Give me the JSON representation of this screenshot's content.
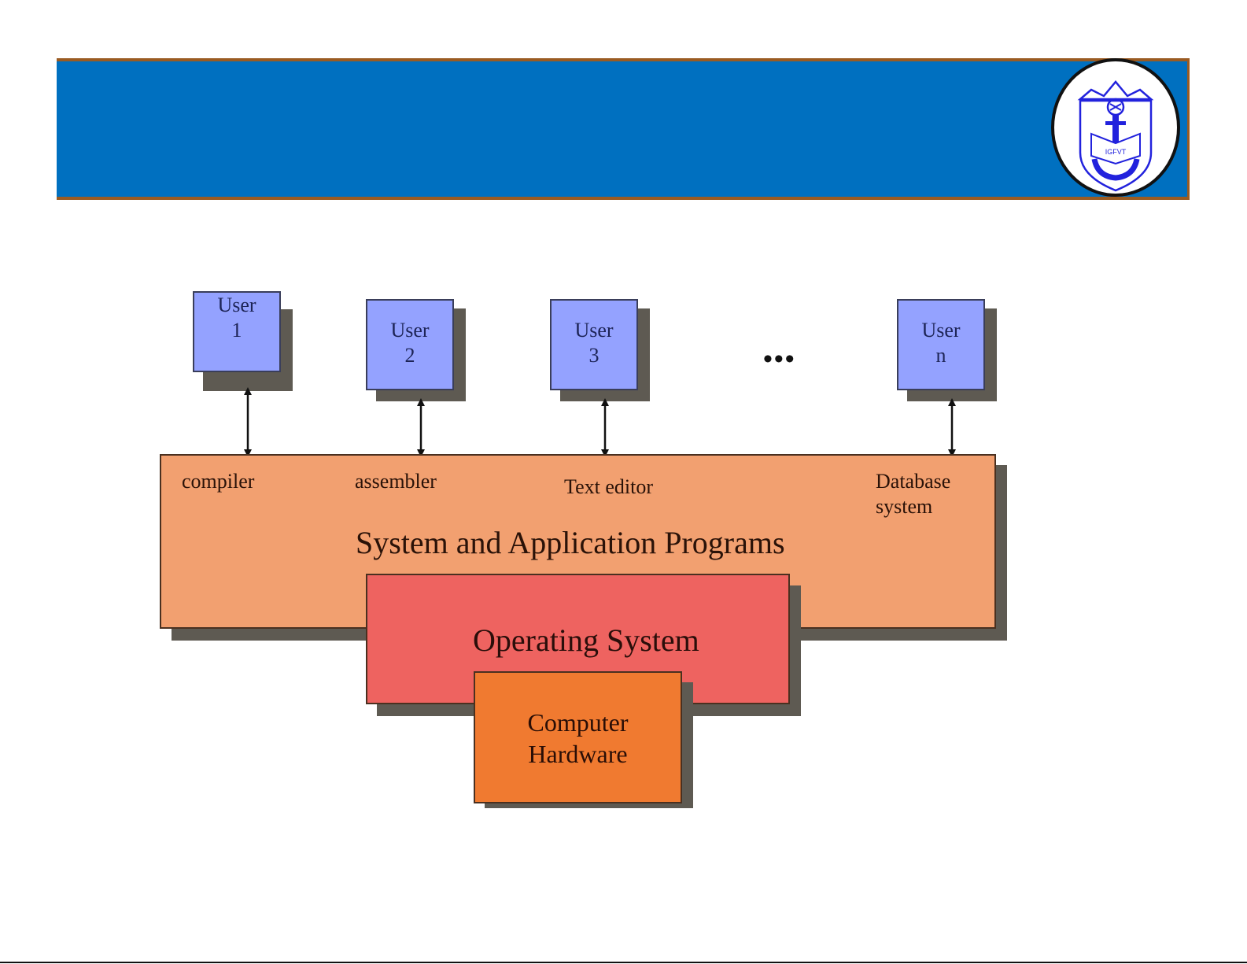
{
  "header": {
    "logo_icon": "navy-anchor-crest-icon",
    "logo_text": "IGFVT",
    "banner_color": "#0070c0",
    "border_color": "#9a5b22"
  },
  "diagram": {
    "users": [
      {
        "line1": "User",
        "line2": "1"
      },
      {
        "line1": "User",
        "line2": "2"
      },
      {
        "line1": "User",
        "line2": "3"
      },
      {
        "line1": "User",
        "line2": "n"
      }
    ],
    "ellipsis": "•••",
    "programs": {
      "compiler": "compiler",
      "assembler": "assembler",
      "text_editor": "Text editor",
      "database_line1": "Database",
      "database_line2": "system",
      "title": "System and Application Programs"
    },
    "operating_system": "Operating System",
    "hardware_line1": "Computer",
    "hardware_line2": "Hardware",
    "colors": {
      "user": "#94a2ff",
      "programs": "#f2a070",
      "os": "#ee6360",
      "hardware": "#f07a30",
      "shadow": "#5e5a52"
    }
  }
}
